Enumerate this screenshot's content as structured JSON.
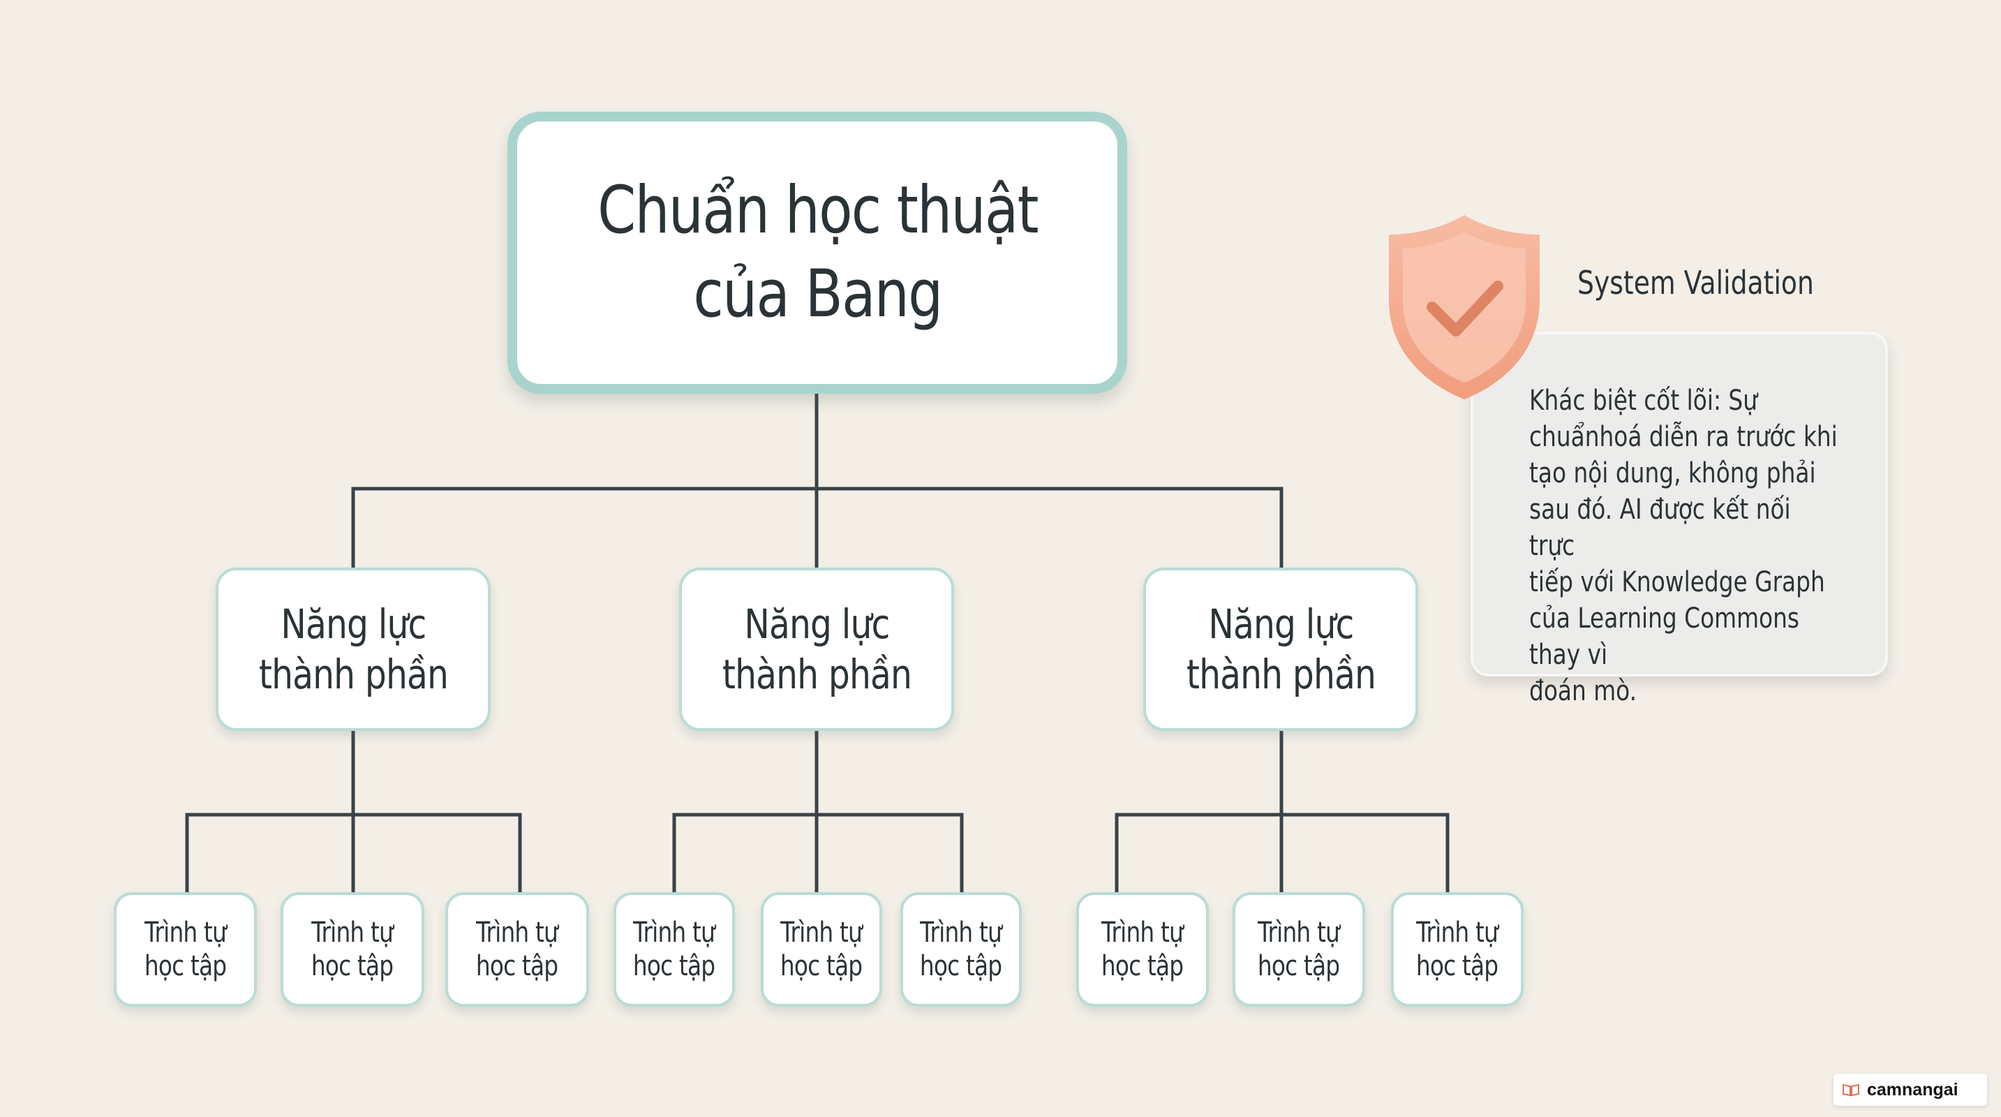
{
  "diagram": {
    "root": {
      "label": "Chuẩn học thuật\ncủa Bang"
    },
    "competencies": [
      {
        "label": "Năng lực\nthành phần",
        "sequences": [
          "Trình tự\nhọc tập",
          "Trình tự\nhọc tập",
          "Trình tự\nhọc tập"
        ]
      },
      {
        "label": "Năng lực\nthành phần",
        "sequences": [
          "Trình tự\nhọc tập",
          "Trình tự\nhọc tập",
          "Trình tự\nhọc tập"
        ]
      },
      {
        "label": "Năng lực\nthành phần",
        "sequences": [
          "Trình tự\nhọc tập",
          "Trình tự\nhọc tập",
          "Trình tự\nhọc tập"
        ]
      }
    ]
  },
  "validation": {
    "icon": "shield-check-icon",
    "title": "System Validation",
    "text": "Khác biệt cốt lõi: Sự\nchuẩnhoá diễn ra trước khi\ntạo nội dung, không phải\nsau đó. AI được kết nối trực\ntiếp với Knowledge Graph\ncủa Learning Commons thay vì\nđoán mò."
  },
  "watermark": {
    "label": "camnangai",
    "icon": "book-icon"
  },
  "colors": {
    "background": "#f3efe7",
    "node_border": "#b9dcd6",
    "root_border": "#a9d4cd",
    "connector": "#3a4348",
    "text": "#2b3337",
    "shield": "#f5a98a"
  }
}
